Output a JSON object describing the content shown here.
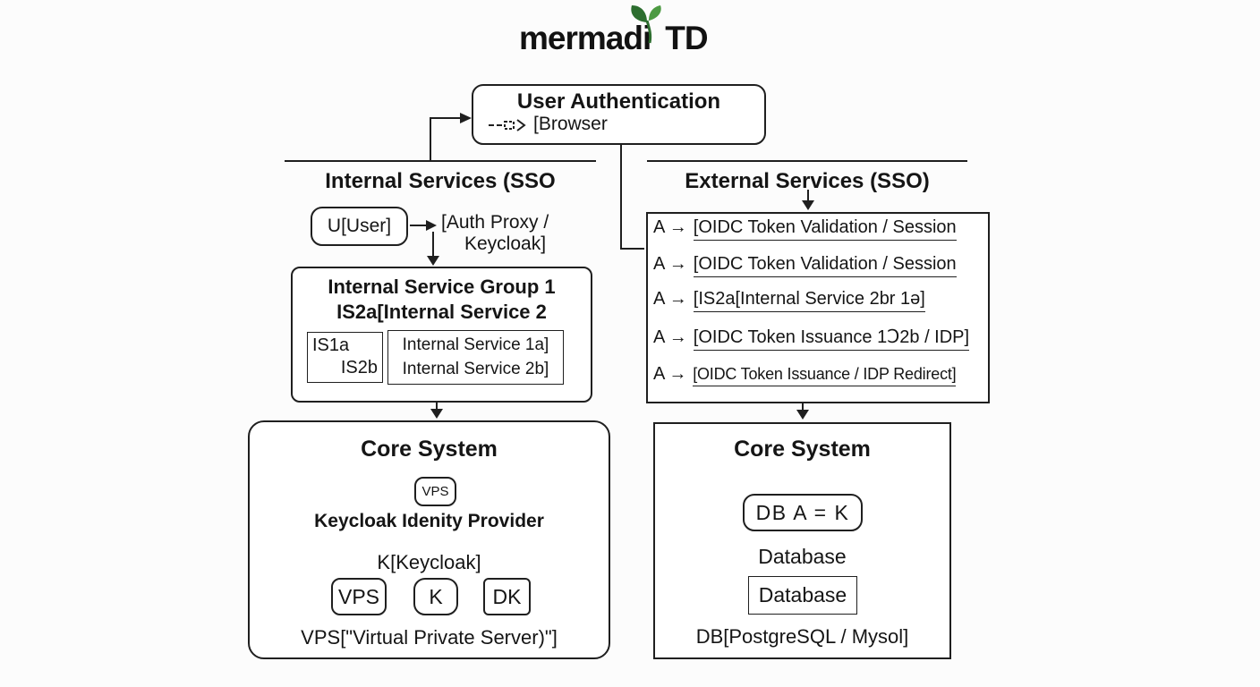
{
  "logo": {
    "text_left": "mermadi",
    "text_right": "TD",
    "icon": "sprout-icon",
    "leaf_color_dark": "#2d6e2f",
    "leaf_color_light": "#4c9a42"
  },
  "colors": {
    "line": "#1f1f1f",
    "background": "#fcfcfc"
  },
  "user_auth": {
    "title": "User Authentication",
    "arrow_icon": "dashed-arrow-icon",
    "browser_label": "[Browser"
  },
  "internal": {
    "heading": "Internal Services (SSO",
    "user_node_label": "U[User]",
    "auth_proxy_line1": "[Auth Proxy /",
    "auth_proxy_line2": "Keycloak]",
    "group": {
      "title": "Internal Service Group 1",
      "subtitle": "IS2a[Internal Service 2",
      "small_box_line1": "IS1a",
      "small_box_line2": "IS2b",
      "wide_box_line1": "Internal Service 1a]",
      "wide_box_line2": "Internal Service 2b]"
    },
    "core": {
      "title": "Core System",
      "vps_small_label": "VPS",
      "banner_label": "Keycloak Idenity Provider",
      "keycloak_label": "K[Keycloak]",
      "node_vps": "VPS",
      "node_k": "K",
      "node_dk": "DK",
      "footer": "VPS[\"Virtual Private Server)\"]"
    }
  },
  "external": {
    "heading": "External Services (SSO)",
    "row_prefix": "A →",
    "rows": [
      {
        "label": "[OIDC Token Validation / Session"
      },
      {
        "label": "[OIDC Token Validation / Session"
      },
      {
        "label": "[IS2a[Internal Service 2br 1ə]"
      },
      {
        "label": "[OIDC Token Issuance 1Ↄ2b / IDP]"
      },
      {
        "label": "[OIDC Token Issuance / IDP Redirect]"
      }
    ],
    "core": {
      "title": "Core System",
      "db_node_label": "DB A = K",
      "database_text": "Database",
      "database_box_label": "Database",
      "footer": "DB[PostgreSQL / Mysol]"
    }
  }
}
